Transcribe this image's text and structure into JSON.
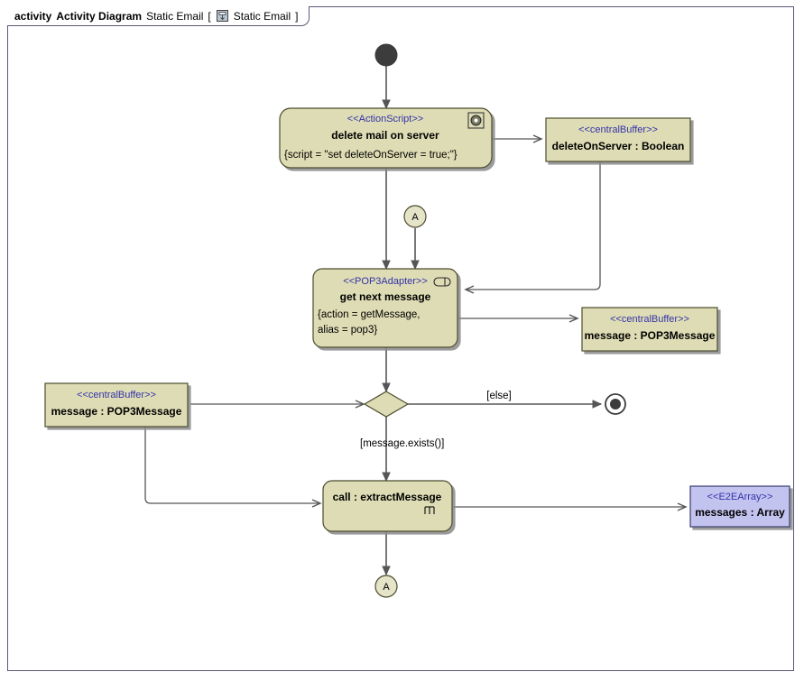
{
  "frame": {
    "kind": "activity",
    "type_label": "Activity Diagram",
    "name": "Static Email",
    "bracket_open": "[",
    "bracket_close": "]",
    "inner_name": "Static Email",
    "icon": "activity-diagram-icon"
  },
  "colors": {
    "node_fill": "#dedcb4",
    "node_stroke": "#4c4c2e",
    "array_fill": "#c3c3f0",
    "array_stroke": "#3a3a6e",
    "stereotype_text": "#3333aa",
    "line": "#565656",
    "frame_border": "#5a5a7a",
    "decision_fill": "#dedcb4",
    "connector_fill": "#e5e3c8",
    "canvas": "#ffffff"
  },
  "nodes": {
    "initial": {
      "name": "initial-node",
      "label": ""
    },
    "delete_mail": {
      "stereotype": "<<ActionScript>>",
      "name": "delete mail on server",
      "property": "{script = \"set deleteOnServer = true;\"}",
      "icon": "action-script-icon"
    },
    "delete_on_server_buffer": {
      "stereotype": "<<centralBuffer>>",
      "name": "deleteOnServer : Boolean"
    },
    "connector_a_top": {
      "label": "A"
    },
    "get_next_message": {
      "stereotype": "<<POP3Adapter>>",
      "name": "get next message",
      "property_line1": "{action = getMessage,",
      "property_line2": "alias = pop3}",
      "icon": "adapter-pin-icon"
    },
    "message_buffer_right": {
      "stereotype": "<<centralBuffer>>",
      "name": "message : POP3Message"
    },
    "message_buffer_left": {
      "stereotype": "<<centralBuffer>>",
      "name": "message : POP3Message"
    },
    "decision": {
      "name": "decision-node"
    },
    "final": {
      "name": "activity-final-node"
    },
    "call_extract": {
      "name": "call : extractMessage",
      "icon": "call-behavior-rake-icon"
    },
    "messages_array": {
      "stereotype": "<<E2EArray>>",
      "name": "messages : Array"
    },
    "connector_a_bottom": {
      "label": "A"
    }
  },
  "edges": {
    "guard_else": "[else]",
    "guard_message_exists": "[message.exists()]"
  }
}
